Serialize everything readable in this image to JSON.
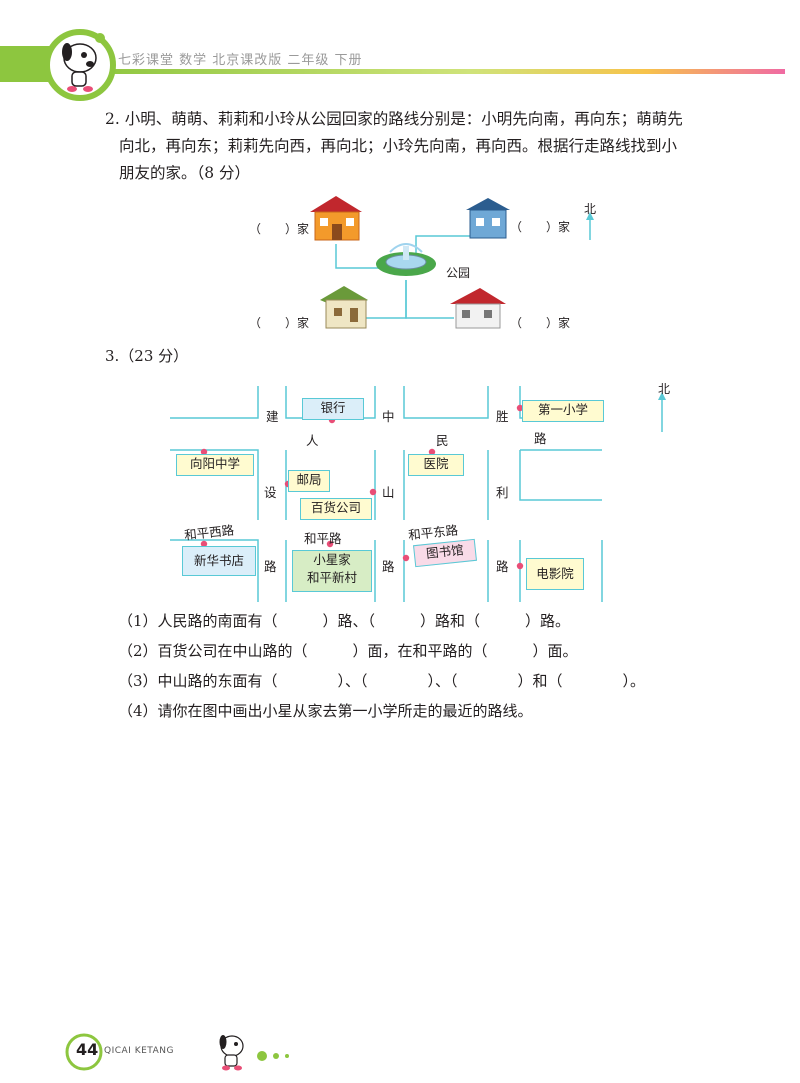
{
  "header": {
    "title": "七彩课堂  数学  北京课改版  二年级  下册",
    "accent": "#8dc63f"
  },
  "q2": {
    "text_line1": "2. 小明、萌萌、莉莉和小玲从公园回家的路线分别是：小明先向南，再向东；萌萌先",
    "text_line2": "向北，再向东；莉莉先向西，再向北；小玲先向南，再向西。根据行走路线找到小",
    "text_line3": "朋友的家。（8 分）",
    "park": "公园",
    "north": "北",
    "home_blank_tl": "（　　）家",
    "home_blank_tr": "（　　）家",
    "home_blank_bl": "（　　）家",
    "home_blank_br": "（　　）家"
  },
  "q3": {
    "heading": "3.（23 分）",
    "north": "北",
    "buildings": {
      "bank": "银行",
      "school1": "第一小学",
      "xiangyang": "向阳中学",
      "post": "邮局",
      "hospital": "医院",
      "store": "百货公司",
      "xinhua": "新华书店",
      "xiaoxing_l1": "小星家",
      "xiaoxing_l2": "和平新村",
      "library": "图书馆",
      "cinema": "电影院"
    },
    "roads": {
      "jian": "建",
      "she": "设",
      "lu_left": "路",
      "zhong": "中",
      "shan": "山",
      "lu_mid": "路",
      "sheng": "胜",
      "li": "利",
      "lu_right": "路",
      "ren": "人",
      "min": "民",
      "lu_top": "路",
      "heping_west": "和平西路",
      "heping": "和平路",
      "heping_east": "和平东路"
    },
    "questions": [
      "（1）人民路的南面有（　　　）路、（　　　）路和（　　　）路。",
      "（2）百货公司在中山路的（　　　）面，在和平路的（　　　）面。",
      "（3）中山路的东面有（　　　　）、（　　　　）、（　　　　）和（　　　　）。",
      "（4）请你在图中画出小星从家去第一小学所走的最近的路线。"
    ]
  },
  "footer": {
    "page_number": "44",
    "brand": "QICAI KETANG"
  }
}
